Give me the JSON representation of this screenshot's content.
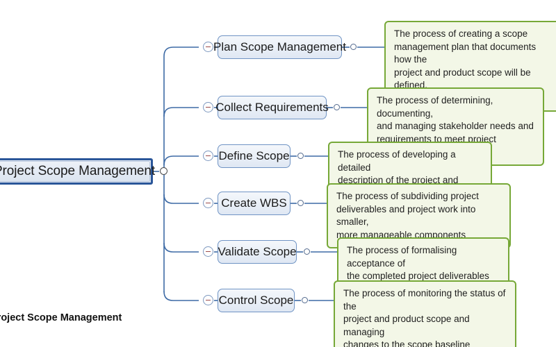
{
  "diagram": {
    "root": {
      "label": "Project Scope Management"
    },
    "branches": [
      {
        "label": "Plan Scope Management",
        "collapse_icon": "minus-circle-icon",
        "note": "The process of creating a scope\nmanagement plan that documents how the\nproject and product scope will be defined,\nvalidated and controlled"
      },
      {
        "label": "Collect Requirements",
        "collapse_icon": "minus-circle-icon",
        "note": "The process of determining, documenting,\nand managing stakeholder needs and\nrequirements to meet project objectives"
      },
      {
        "label": "Define Scope",
        "collapse_icon": "minus-circle-icon",
        "note": "The process of developing a detailed\ndescription of the project and product"
      },
      {
        "label": "Create WBS",
        "collapse_icon": "minus-circle-icon",
        "note": "The process of subdividing project\ndeliverables and project work into smaller,\nmore manageable components"
      },
      {
        "label": "Validate Scope",
        "collapse_icon": "minus-circle-icon",
        "note": "The process of formalising acceptance of\nthe completed project deliverables"
      },
      {
        "label": "Control Scope",
        "collapse_icon": "minus-circle-icon",
        "note": "The process of monitoring the status of the\nproject and product scope and managing\nchanges to the scope baseline"
      }
    ],
    "caption": "Project Scope Management",
    "colors": {
      "root_border": "#2a5699",
      "root_fill": "#e3eaf4",
      "branch_border": "#6f93c4",
      "branch_fill": "#e9eff7",
      "note_border": "#76a837",
      "note_fill": "#f3f7e7",
      "connector": "#3d6aa5",
      "background": "#ffffff"
    }
  }
}
